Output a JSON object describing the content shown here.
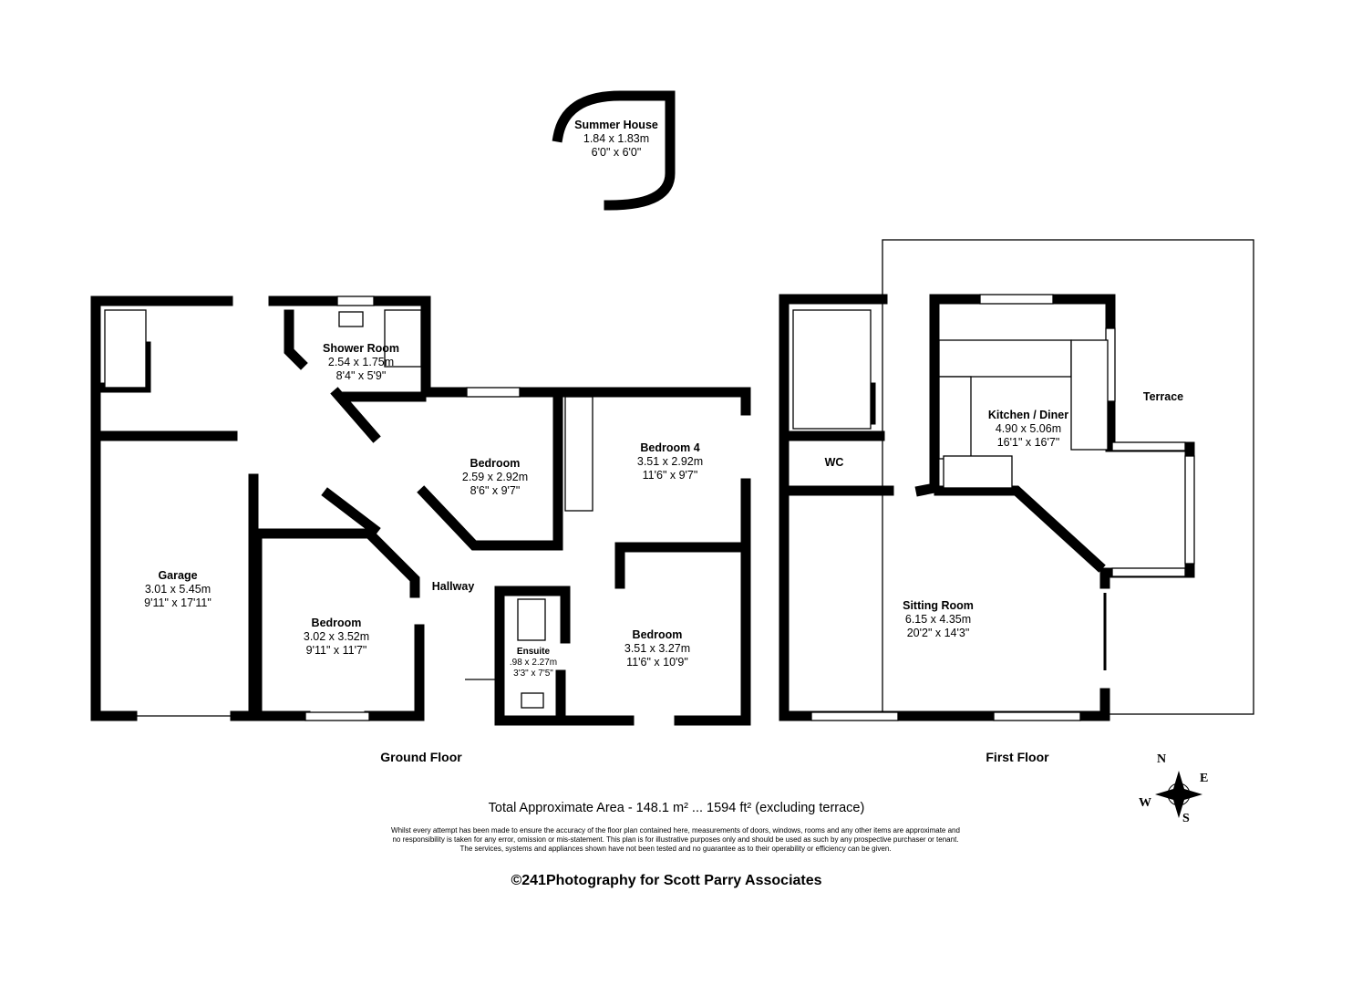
{
  "rooms": {
    "summer_house": {
      "name": "Summer House",
      "metric": "1.84 x 1.83m",
      "imperial": "6'0\" x 6'0\""
    },
    "shower_room": {
      "name": "Shower Room",
      "metric": "2.54 x 1.75m",
      "imperial": "8'4\" x 5'9\""
    },
    "bedroom_a": {
      "name": "Bedroom",
      "metric": "2.59 x 2.92m",
      "imperial": "8'6\" x 9'7\""
    },
    "bedroom_4": {
      "name": "Bedroom 4",
      "metric": "3.51 x 2.92m",
      "imperial": "11'6\" x 9'7\""
    },
    "garage": {
      "name": "Garage",
      "metric": "3.01 x 5.45m",
      "imperial": "9'11\" x 17'11\""
    },
    "bedroom_b": {
      "name": "Bedroom",
      "metric": "3.02 x 3.52m",
      "imperial": "9'11\" x 11'7\""
    },
    "hallway": {
      "name": "Hallway"
    },
    "ensuite": {
      "name": "Ensuite",
      "metric": ".98 x 2.27m",
      "imperial": "3'3\" x 7'5\""
    },
    "bedroom_c": {
      "name": "Bedroom",
      "metric": "3.51 x 3.27m",
      "imperial": "11'6\" x 10'9\""
    },
    "kitchen": {
      "name": "Kitchen / Diner",
      "metric": "4.90 x 5.06m",
      "imperial": "16'1\" x 16'7\""
    },
    "terrace": {
      "name": "Terrace"
    },
    "wc": {
      "name": "WC"
    },
    "sitting_room": {
      "name": "Sitting Room",
      "metric": "6.15 x 4.35m",
      "imperial": "20'2\" x 14'3\""
    }
  },
  "floors": {
    "ground": "Ground Floor",
    "first": "First Floor"
  },
  "compass": {
    "n": "N",
    "e": "E",
    "s": "S",
    "w": "W"
  },
  "total_area": "Total Approximate Area - 148.1 m² ... 1594 ft² (excluding terrace)",
  "disclaimer": [
    "Whilst every attempt has been made to ensure the accuracy of the floor plan contained here, measurements of doors, windows, rooms and any other items are approximate and",
    "no responsibility is taken for any error, omission or mis-statement. This plan is for illustrative purposes only and should be used as such by any prospective purchaser or tenant.",
    "The services, systems and appliances shown have not been tested and no guarantee as to their operability or efficiency can be given."
  ],
  "copyright": "©241Photography for Scott Parry Associates"
}
